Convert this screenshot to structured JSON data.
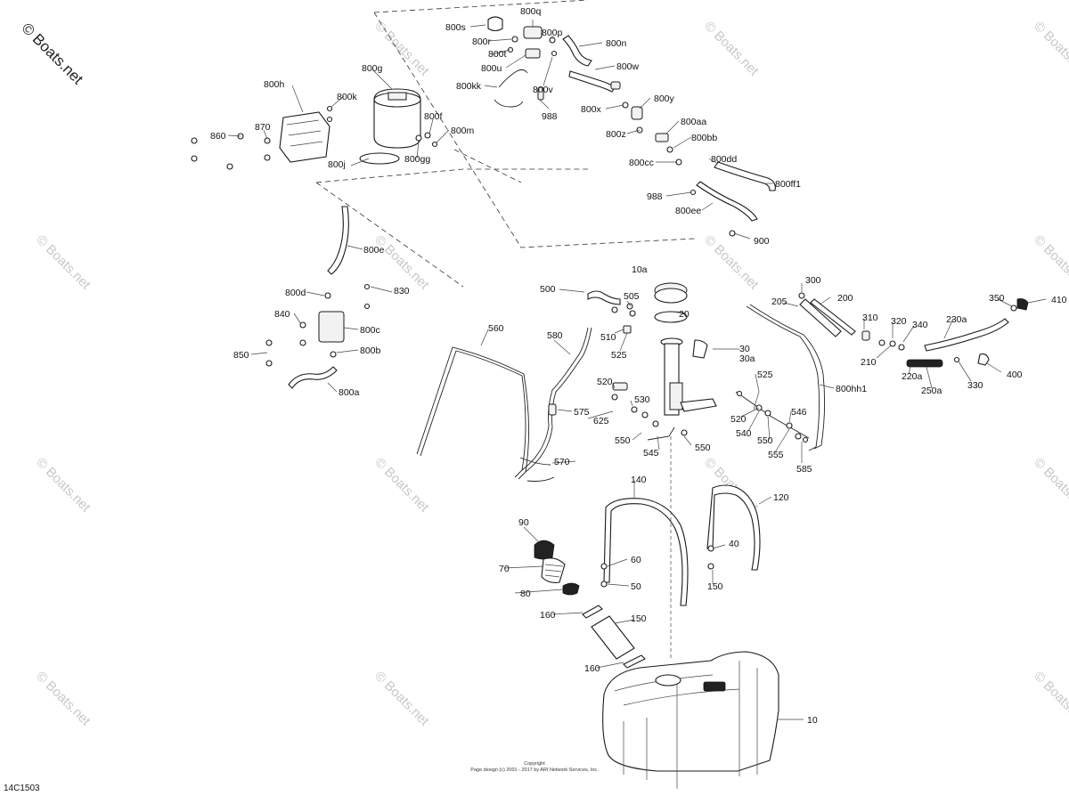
{
  "copyright": "© Boats.net",
  "diagram_code": "14C1503",
  "fine_print": {
    "line1": "Copyright",
    "line2": "Page design (c) 2001 - 2017 by ARI Network Services, Inc."
  },
  "watermark": "© Boats.net",
  "labels": [
    "800s",
    "800q",
    "800r",
    "800p",
    "800t",
    "800n",
    "800u",
    "800w",
    "800kk",
    "800v",
    "988",
    "800x",
    "800y",
    "800z",
    "800aa",
    "800bb",
    "800cc",
    "800dd",
    "800ff1",
    "988",
    "800ee",
    "900",
    "800g",
    "800h",
    "800k",
    "870",
    "860",
    "800f",
    "800m",
    "800j",
    "800gg",
    "800e",
    "800d",
    "830",
    "840",
    "800c",
    "850",
    "800b",
    "800a",
    "10a",
    "500",
    "505",
    "20",
    "510",
    "525",
    "560",
    "580",
    "30",
    "30a",
    "520",
    "530",
    "575",
    "625",
    "550",
    "545",
    "550",
    "570",
    "525",
    "520",
    "540",
    "550",
    "555",
    "546",
    "585",
    "800hh1",
    "300",
    "200",
    "205",
    "310",
    "320",
    "340",
    "230a",
    "350",
    "410",
    "210",
    "220a",
    "250a",
    "330",
    "400",
    "140",
    "120",
    "90",
    "70",
    "80",
    "60",
    "50",
    "40",
    "150",
    "160",
    "150",
    "160",
    "10"
  ]
}
